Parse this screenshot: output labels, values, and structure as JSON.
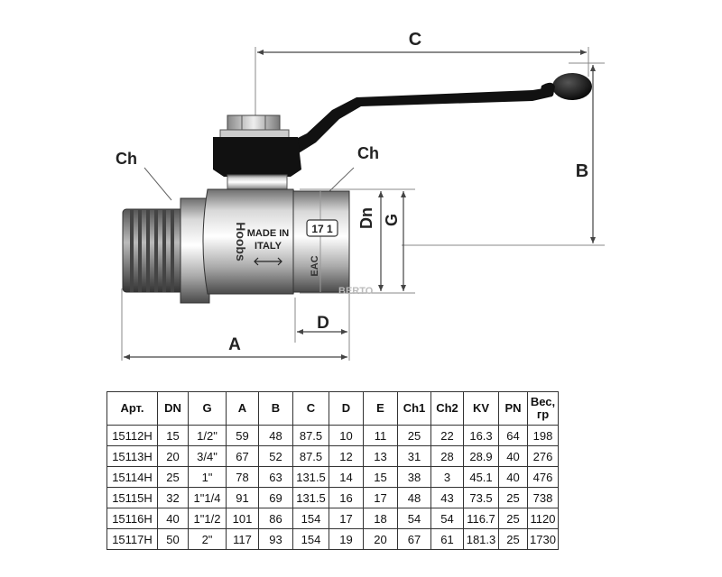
{
  "drawing": {
    "labels": {
      "C": "C",
      "B": "B",
      "Ch_left": "Ch",
      "Ch_right": "Ch",
      "Dn": "Dn",
      "G": "G",
      "D": "D",
      "A": "A"
    },
    "body_text": {
      "brand": "Hoobs",
      "made_in_1": "MADE IN",
      "made_in_2": "ITALY",
      "size_mark": "17 1",
      "cert_mark": "EAC",
      "watermark": "BERTO"
    }
  },
  "table": {
    "headers": [
      "Арт.",
      "DN",
      "G",
      "A",
      "B",
      "C",
      "D",
      "E",
      "Ch1",
      "Ch2",
      "KV",
      "PN",
      "Вес, гр"
    ],
    "rows": [
      [
        "15112H",
        "15",
        "1/2\"",
        "59",
        "48",
        "87.5",
        "10",
        "11",
        "25",
        "22",
        "16.3",
        "64",
        "198"
      ],
      [
        "15113H",
        "20",
        "3/4\"",
        "67",
        "52",
        "87.5",
        "12",
        "13",
        "31",
        "28",
        "28.9",
        "40",
        "276"
      ],
      [
        "15114H",
        "25",
        "1\"",
        "78",
        "63",
        "131.5",
        "14",
        "15",
        "38",
        "3",
        "45.1",
        "40",
        "476"
      ],
      [
        "15115H",
        "32",
        "1\"1/4",
        "91",
        "69",
        "131.5",
        "16",
        "17",
        "48",
        "43",
        "73.5",
        "25",
        "738"
      ],
      [
        "15116H",
        "40",
        "1\"1/2",
        "101",
        "86",
        "154",
        "17",
        "18",
        "54",
        "54",
        "116.7",
        "25",
        "1120"
      ],
      [
        "15117H",
        "50",
        "2\"",
        "117",
        "93",
        "154",
        "19",
        "20",
        "67",
        "61",
        "181.3",
        "25",
        "1730"
      ]
    ]
  }
}
